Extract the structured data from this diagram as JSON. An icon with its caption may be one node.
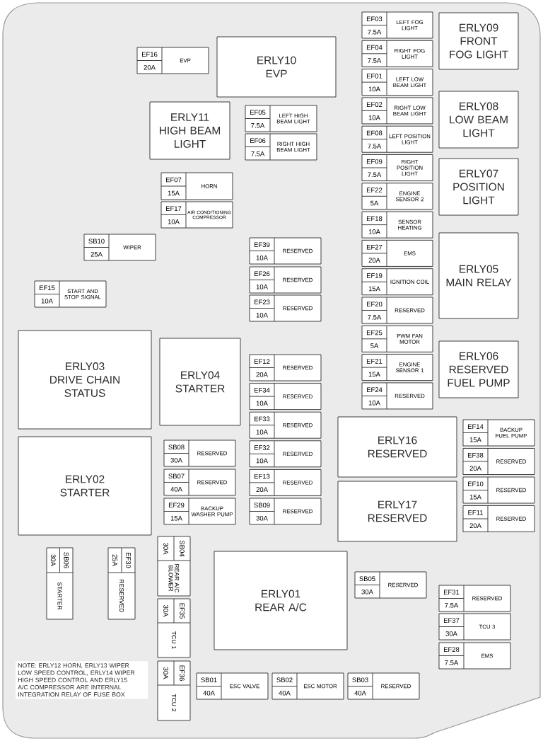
{
  "diagram": {
    "nodes": [
      {
        "text": [
          "EF16",
          "20A",
          "EVP"
        ]
      },
      {
        "text": [
          "ERLY10",
          "EVP"
        ]
      },
      {
        "text": [
          "ERLY11",
          "HIGH BEAM LIGHT"
        ]
      },
      {
        "text": [
          "EF05",
          "7.5A",
          "LEFT HIGH BEAM LIGHT"
        ]
      },
      {
        "text": [
          "EF06",
          "7.5A",
          "RIGHT HIGH BEAM LIGHT"
        ]
      },
      {
        "text": [
          "EF07",
          "15A",
          "HORN"
        ]
      },
      {
        "text": [
          "EF17",
          "10A",
          "AIR CONDITIONING COMPRESSOR"
        ]
      },
      {
        "text": [
          "SB10",
          "25A",
          "WIPER"
        ]
      },
      {
        "text": [
          "EF15",
          "10A",
          "START AND STOP SIGNAL"
        ]
      },
      {
        "text": [
          "EF39",
          "10A",
          "RESERVED"
        ]
      },
      {
        "text": [
          "EF26",
          "10A",
          "RESERVED"
        ]
      },
      {
        "text": [
          "EF23",
          "10A",
          "RESERVED"
        ]
      },
      {
        "text": [
          "EF03",
          "7.5A",
          "LEFT FOG LIGHT"
        ]
      },
      {
        "text": [
          "EF04",
          "7.5A",
          "RIGHT FOG LIGHT"
        ]
      },
      {
        "text": [
          "EF01",
          "10A",
          "LEFT LOW BEAM LIGHT"
        ]
      },
      {
        "text": [
          "EF02",
          "10A",
          "RIGHT LOW BEAM LIGHT"
        ]
      },
      {
        "text": [
          "EF08",
          "7.5A",
          "LEFT POSITION LIGHT"
        ]
      },
      {
        "text": [
          "EF09",
          "7.5A",
          "RIGHT POSITION LIGHT"
        ]
      },
      {
        "text": [
          "EF22",
          "5A",
          "ENGINE SENSOR 2"
        ]
      },
      {
        "text": [
          "EF18",
          "10A",
          "SENSOR HEATING"
        ]
      },
      {
        "text": [
          "EF27",
          "20A",
          "EMS"
        ]
      },
      {
        "text": [
          "EF19",
          "15A",
          "IGNITION COIL"
        ]
      },
      {
        "text": [
          "EF20",
          "7.5A",
          "RESERVED"
        ]
      },
      {
        "text": [
          "EF25",
          "5A",
          "PWM FAN MOTOR"
        ]
      },
      {
        "text": [
          "EF21",
          "15A",
          "ENGINE SENSOR 1"
        ]
      },
      {
        "text": [
          "EF24",
          "10A",
          "RESERVED"
        ]
      },
      {
        "text": [
          "ERLY09",
          "FRONT FOG LIGHT"
        ]
      },
      {
        "text": [
          "ERLY08",
          "LOW BEAM LIGHT"
        ]
      },
      {
        "text": [
          "ERLY07",
          "POSITION LIGHT"
        ]
      },
      {
        "text": [
          "ERLY05",
          "MAIN RELAY"
        ]
      },
      {
        "text": [
          "ERLY06",
          "RESERVED FUEL PUMP"
        ]
      },
      {
        "text": [
          "ERLY03",
          "DRIVE CHAIN STATUS"
        ]
      },
      {
        "text": [
          "ERLY04",
          "STARTER"
        ]
      },
      {
        "text": [
          "ERLY02",
          "STARTER"
        ]
      },
      {
        "text": [
          "EF12",
          "20A",
          "RESERVED"
        ]
      },
      {
        "text": [
          "EF34",
          "10A",
          "RESERVED"
        ]
      },
      {
        "text": [
          "EF33",
          "10A",
          "RESERVED"
        ]
      },
      {
        "text": [
          "EF32",
          "10A",
          "RESERVED"
        ]
      },
      {
        "text": [
          "EF13",
          "20A",
          "RESERVED"
        ]
      },
      {
        "text": [
          "SB09",
          "30A",
          "RESERVED"
        ]
      },
      {
        "text": [
          "SB08",
          "30A",
          "RESERVED"
        ]
      },
      {
        "text": [
          "SB07",
          "40A",
          "RESERVED"
        ]
      },
      {
        "text": [
          "EF29",
          "15A",
          "BACKUP WASHER PUMP"
        ]
      },
      {
        "text": [
          "ERLY16",
          "RESERVED"
        ]
      },
      {
        "text": [
          "ERLY17",
          "RESERVED"
        ]
      },
      {
        "text": [
          "EF14",
          "15A",
          "BACKUP FUEL PUMP"
        ]
      },
      {
        "text": [
          "EF38",
          "20A",
          "RESERVED"
        ]
      },
      {
        "text": [
          "EF10",
          "15A",
          "RESERVED"
        ]
      },
      {
        "text": [
          "EF11",
          "20A",
          "RESERVED"
        ]
      },
      {
        "text": [
          "SB06",
          "30A",
          "STARTER"
        ]
      },
      {
        "text": [
          "EF30",
          "25A",
          "RESERVED"
        ]
      },
      {
        "text": [
          "SB04",
          "30A",
          "REAR A/C BLOWER"
        ]
      },
      {
        "text": [
          "EF35",
          "30A",
          "TCU 1"
        ]
      },
      {
        "text": [
          "EF36",
          "30A",
          "TCU 2"
        ]
      },
      {
        "text": [
          "ERLY01",
          "REAR A/C"
        ]
      },
      {
        "text": [
          "SB05",
          "30A",
          "RESERVED"
        ]
      },
      {
        "text": [
          "EF31",
          "7.5A",
          "RESERVED"
        ]
      },
      {
        "text": [
          "EF37",
          "30A",
          "TCU 3"
        ]
      },
      {
        "text": [
          "EF28",
          "7.5A",
          "EMS"
        ]
      },
      {
        "text": [
          "SB01",
          "40A",
          "ESC VALVE"
        ]
      },
      {
        "text": [
          "SB02",
          "40A",
          "ESC MOTOR"
        ]
      },
      {
        "text": [
          "SB03",
          "40A",
          "RESERVED"
        ]
      }
    ],
    "labels": [
      "NOTE: ERLY12 HORN, ERLY13 WIPER LOW SPEED CONTROL, ERLY14 WIPER HIGH SPEED CONTROL AND ERLY15 A/C COMPRESSOR ARE INTERNAL INTEGRATION RELAY OF FUSE BOX"
    ]
  }
}
